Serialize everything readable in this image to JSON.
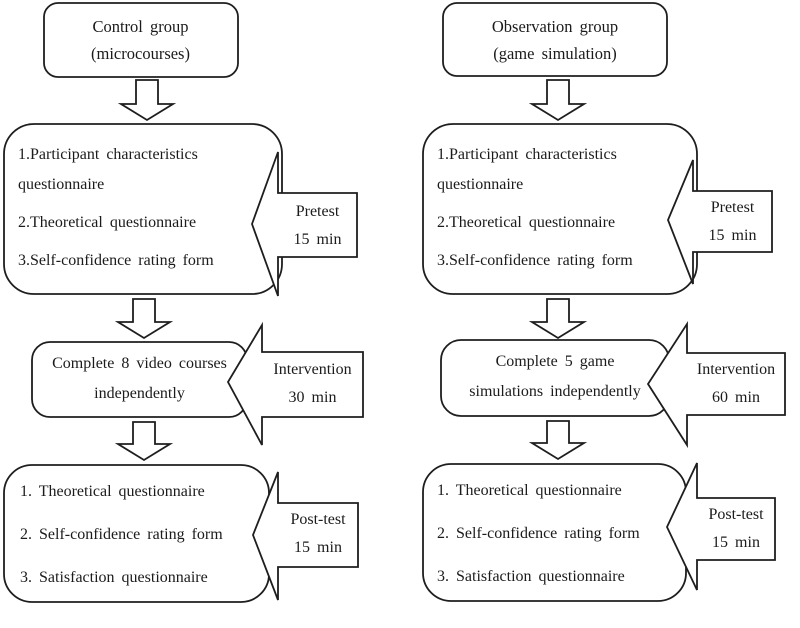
{
  "diagram": {
    "colors": {
      "stroke": "#1e1e1e",
      "text": "#1b1b1b",
      "fill": "#ffffff",
      "background": "#ffffff"
    },
    "columns": [
      {
        "header": {
          "line1": "Control group",
          "line2": "(microcourses)"
        },
        "pretest_box": {
          "item1": "1.Participant characteristics questionnaire",
          "item2": "2.Theoretical questionnaire",
          "item3": "3.Self-confidence rating form"
        },
        "pretest_label": {
          "line1": "Pretest",
          "line2": "15 min"
        },
        "intervention_box": {
          "line1": "Complete 8 video courses",
          "line2": "independently"
        },
        "intervention_label": {
          "line1": "Intervention",
          "line2": "30 min"
        },
        "posttest_box": {
          "item1": "1. Theoretical questionnaire",
          "item2": "2. Self-confidence rating form",
          "item3": "3. Satisfaction questionnaire"
        },
        "posttest_label": {
          "line1": "Post-test",
          "line2": "15 min"
        }
      },
      {
        "header": {
          "line1": "Observation group",
          "line2": "(game simulation)"
        },
        "pretest_box": {
          "item1": "1.Participant characteristics questionnaire",
          "item2": "2.Theoretical questionnaire",
          "item3": "3.Self-confidence rating form"
        },
        "pretest_label": {
          "line1": "Pretest",
          "line2": "15 min"
        },
        "intervention_box": {
          "line1": "Complete 5 game",
          "line2": "simulations independently"
        },
        "intervention_label": {
          "line1": "Intervention",
          "line2": "60 min"
        },
        "posttest_box": {
          "item1": "1. Theoretical questionnaire",
          "item2": "2. Self-confidence rating form",
          "item3": "3. Satisfaction questionnaire"
        },
        "posttest_label": {
          "line1": "Post-test",
          "line2": "15 min"
        }
      }
    ]
  }
}
